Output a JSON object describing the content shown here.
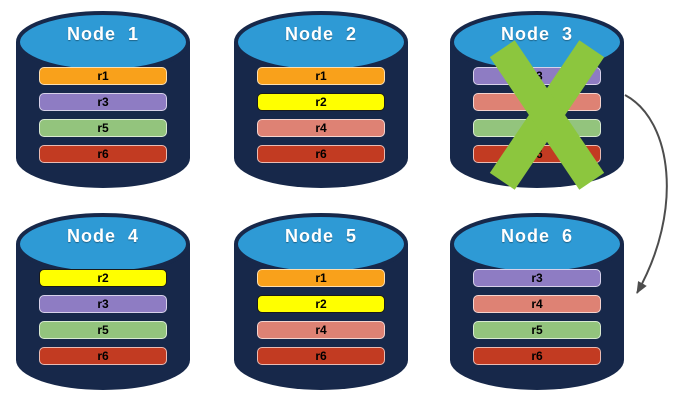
{
  "colors": {
    "background": "#FFFFFF",
    "cylinder_body": "#17284A",
    "cylinder_top": "#2E9AD5",
    "title_text": "#FFFFFF",
    "bar_text": "#000000",
    "failure_x": "#8CC63E",
    "arrow": "#4D4D4D"
  },
  "nodes": [
    {
      "id": "node-1",
      "label": "Node  1",
      "failed": false,
      "bars": [
        {
          "label": "r1",
          "color": "#F9A11B",
          "border": "rgba(255,255,255,0.65)"
        },
        {
          "label": "r3",
          "color": "#8E7CC3",
          "border": "rgba(255,255,255,0.65)"
        },
        {
          "label": "r5",
          "color": "#93C47D",
          "border": "rgba(255,255,255,0.65)"
        },
        {
          "label": "r6",
          "color": "#C23B22",
          "border": "rgba(255,255,255,0.65)"
        }
      ]
    },
    {
      "id": "node-2",
      "label": "Node  2",
      "failed": false,
      "bars": [
        {
          "label": "r1",
          "color": "#F9A11B",
          "border": "rgba(255,255,255,0.65)"
        },
        {
          "label": "r2",
          "color": "#FFFF00",
          "border": "#1A1A1A"
        },
        {
          "label": "r4",
          "color": "#DE8274",
          "border": "rgba(255,255,255,0.65)"
        },
        {
          "label": "r6",
          "color": "#C23B22",
          "border": "rgba(255,255,255,0.65)"
        }
      ]
    },
    {
      "id": "node-3",
      "label": "Node  3",
      "failed": true,
      "bars": [
        {
          "label": "r3",
          "color": "#8E7CC3",
          "border": "rgba(255,255,255,0.65)"
        },
        {
          "label": "r4",
          "color": "#DE8274",
          "border": "rgba(255,255,255,0.65)"
        },
        {
          "label": "r5",
          "color": "#93C47D",
          "border": "rgba(255,255,255,0.65)"
        },
        {
          "label": "r6",
          "color": "#C23B22",
          "border": "rgba(255,255,255,0.65)"
        }
      ]
    },
    {
      "id": "node-4",
      "label": "Node  4",
      "failed": false,
      "bars": [
        {
          "label": "r2",
          "color": "#FFFF00",
          "border": "#1A1A1A"
        },
        {
          "label": "r3",
          "color": "#8E7CC3",
          "border": "rgba(255,255,255,0.65)"
        },
        {
          "label": "r5",
          "color": "#93C47D",
          "border": "rgba(255,255,255,0.65)"
        },
        {
          "label": "r6",
          "color": "#C23B22",
          "border": "rgba(255,255,255,0.65)"
        }
      ]
    },
    {
      "id": "node-5",
      "label": "Node  5",
      "failed": false,
      "bars": [
        {
          "label": "r1",
          "color": "#F9A11B",
          "border": "rgba(255,255,255,0.65)"
        },
        {
          "label": "r2",
          "color": "#FFFF00",
          "border": "#1A1A1A"
        },
        {
          "label": "r4",
          "color": "#DE8274",
          "border": "rgba(255,255,255,0.65)"
        },
        {
          "label": "r6",
          "color": "#C23B22",
          "border": "rgba(255,255,255,0.65)"
        }
      ]
    },
    {
      "id": "node-6",
      "label": "Node  6",
      "failed": false,
      "bars": [
        {
          "label": "r3",
          "color": "#8E7CC3",
          "border": "rgba(255,255,255,0.65)"
        },
        {
          "label": "r4",
          "color": "#DE8274",
          "border": "rgba(255,255,255,0.65)"
        },
        {
          "label": "r5",
          "color": "#93C47D",
          "border": "rgba(255,255,255,0.65)"
        },
        {
          "label": "r6",
          "color": "#C23B22",
          "border": "rgba(255,255,255,0.65)"
        }
      ]
    }
  ],
  "failure": {
    "node": "Node 3",
    "symbol": "X"
  },
  "arrow": {
    "from": "Node 3",
    "to": "Node 6"
  }
}
